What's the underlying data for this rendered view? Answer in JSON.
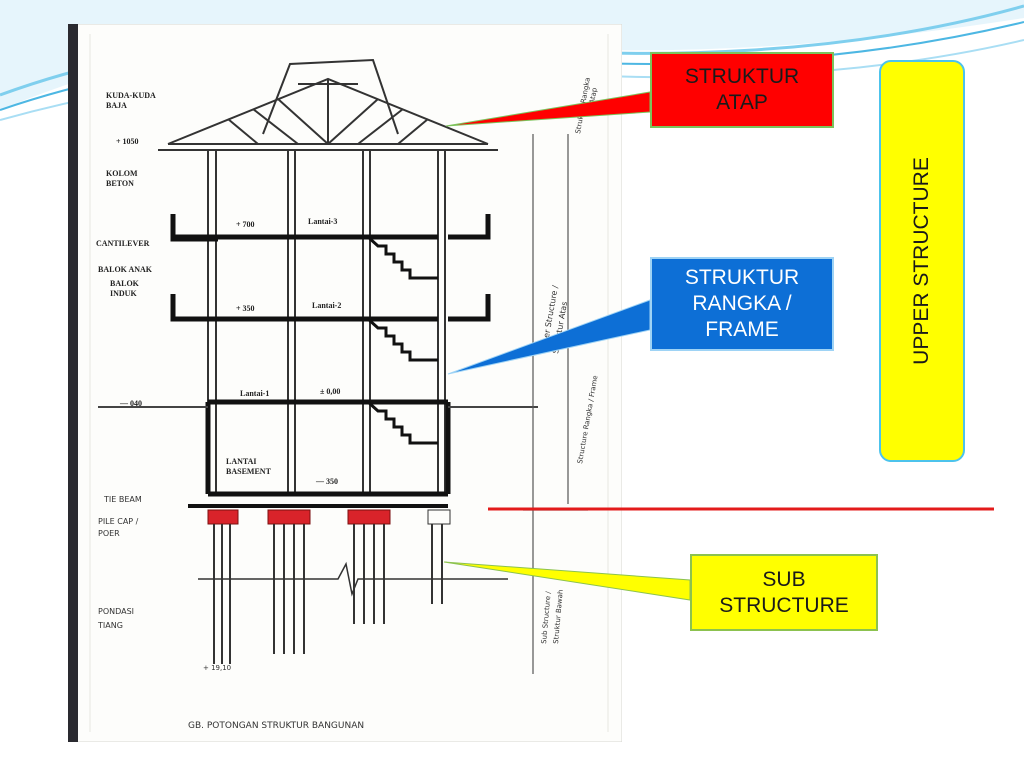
{
  "callouts": {
    "struktur_atap": [
      "STRUKTUR",
      "ATAP"
    ],
    "struktur_frame": [
      "STRUKTUR",
      "RANGKA /",
      "FRAME"
    ],
    "sub_structure": [
      "SUB",
      "STRUCTURE"
    ],
    "upper_structure": "UPPER STRUCTURE"
  },
  "drawing": {
    "kuda_kuda": [
      "KUDA-KUDA",
      "BAJA"
    ],
    "elevation_roof": "+ 1050",
    "kolom": [
      "KOLOM",
      "BETON"
    ],
    "cantilever": "CANTILEVER",
    "balok_anak": "BALOK ANAK",
    "balok_induk": [
      "BALOK",
      "INDUK"
    ],
    "elevation_700": "+ 700",
    "elevation_350": "+ 350",
    "lantai3": "Lantai-3",
    "lantai2": "Lantai-2",
    "lantai1": "Lantai-1",
    "elevation_000": "± 0,00",
    "ground_level": "— 040",
    "basement": [
      "LANTAI",
      "BASEMENT"
    ],
    "basement_level": "— 350",
    "tie_beam": "TIE BEAM",
    "pile_cap": [
      "PILE CAP /",
      "POER"
    ],
    "pondasi": [
      "PONDASI",
      "TIANG"
    ],
    "pile_depth": "+ 19,10",
    "caption": "GB. POTONGAN STRUKTUR BANGUNAN",
    "side_upper_a": "Upper Structure /",
    "side_upper_b": "Struktur Atas",
    "side_frame": "Structure Rangka / Frame",
    "side_roof_a": "Struktur Rangka",
    "side_roof_b": "Atap",
    "side_sub_a": "Sub Structure /",
    "side_sub_b": "Struktur Bawah"
  },
  "colors": {
    "atap_box": "#ff0000",
    "frame_box": "#0d6fd6",
    "sub_box": "#ffff00",
    "upper_box": "#ffff00",
    "divider_line": "#e31b1b",
    "pile_cap_fill": "#d9232a"
  }
}
